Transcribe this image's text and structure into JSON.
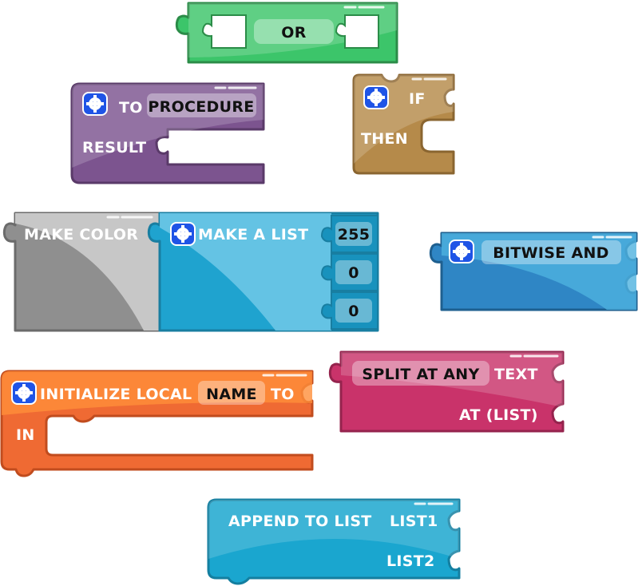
{
  "workspace": {
    "blocks": {
      "or": {
        "label": "OR",
        "colors": {
          "fill": "#3cc56a",
          "stroke": "#2b8c48"
        }
      },
      "procedure": {
        "to_label": "TO",
        "name_value": "PROCEDURE",
        "result_label": "RESULT",
        "gear_icon": "gear-icon",
        "colors": {
          "fill": "#7c548f",
          "stroke": "#5a3a69"
        }
      },
      "if_then": {
        "if_label": "IF",
        "then_label": "THEN",
        "gear_icon": "gear-icon",
        "colors": {
          "fill": "#b58a4a",
          "stroke": "#8a6530"
        }
      },
      "make_color": {
        "label": "MAKE COLOR",
        "colors": {
          "fill": "#8f8f8f",
          "stroke": "#6b6b6b"
        }
      },
      "make_a_list": {
        "label": "MAKE A LIST",
        "gear_icon": "gear-icon",
        "items": [
          "255",
          "0",
          "0"
        ],
        "colors": {
          "fill": "#1fa3cf",
          "stroke": "#187ea1"
        }
      },
      "bitwise_and": {
        "label": "BITWISE AND",
        "gear_icon": "gear-icon",
        "colors": {
          "fill": "#2f86c5",
          "stroke": "#1e5f8f"
        }
      },
      "initialize_local": {
        "label": "INITIALIZE LOCAL",
        "name_value": "NAME",
        "to_label": "TO",
        "in_label": "IN",
        "gear_icon": "gear-icon",
        "colors": {
          "fill": "#ef6a33",
          "stroke": "#c14c1e"
        }
      },
      "split_at_any": {
        "label": "SPLIT AT ANY",
        "text_label": "TEXT",
        "at_label": "AT (LIST)",
        "colors": {
          "fill": "#c9336a",
          "stroke": "#95234d"
        }
      },
      "append_to_list": {
        "label": "APPEND TO LIST",
        "list1_label": "LIST1",
        "list2_label": "LIST2",
        "colors": {
          "fill": "#1aa6cf",
          "stroke": "#147fa0"
        }
      }
    }
  }
}
